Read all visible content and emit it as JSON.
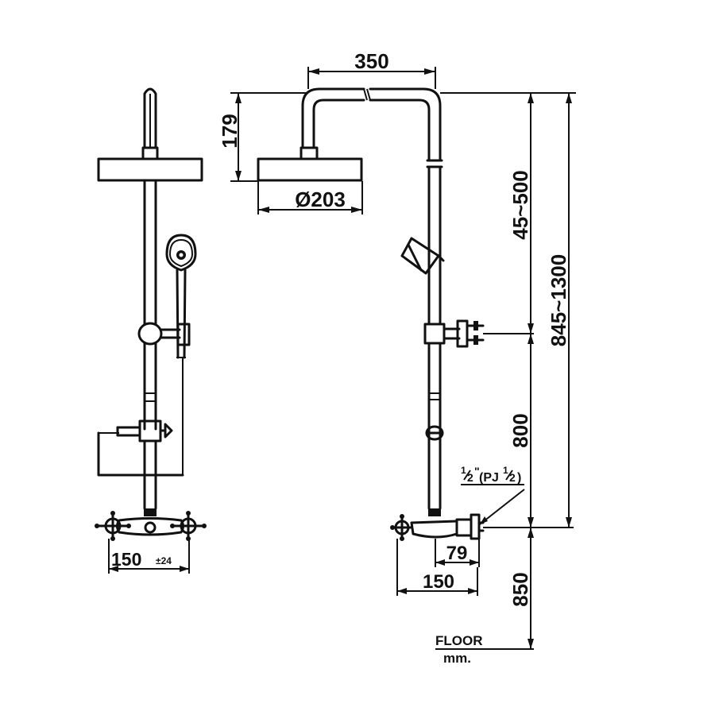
{
  "dimensions": {
    "width_350": "350",
    "height_179": "179",
    "diameter_203": "Ø203",
    "range_45_500": "45~500",
    "range_845_1300": "845~1300",
    "height_800": "800",
    "height_850": "850",
    "spacing_150_24": "150",
    "spacing_150_24_tol": "±24",
    "depth_79": "79",
    "depth_150": "150"
  },
  "inlet": {
    "label_a": "1",
    "label_b": "2",
    "label_c": "\"",
    "label_d": "(PJ",
    "label_e": "1",
    "label_f": "2",
    "label_g": ")"
  },
  "floor": {
    "label": "FLOOR",
    "unit": "mm."
  },
  "colors": {
    "line": "#111111",
    "background": "#ffffff"
  }
}
